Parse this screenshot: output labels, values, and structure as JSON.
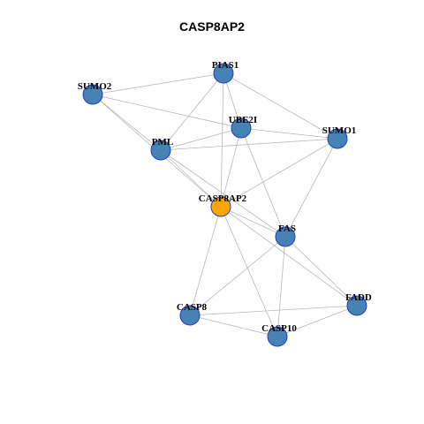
{
  "title": "CASP8AP2",
  "colors": {
    "node_fill": "#4682b4",
    "node_stroke": "#1f3fbf",
    "center_fill": "#ffa500",
    "edge": "#b8b8b8"
  },
  "nodes": [
    {
      "id": "PIAS1",
      "label": "PIAS1"
    },
    {
      "id": "SUMO2",
      "label": "SUMO2"
    },
    {
      "id": "UBE2I",
      "label": "UBE2I"
    },
    {
      "id": "SUMO1",
      "label": "SUMO1"
    },
    {
      "id": "PML",
      "label": "PML"
    },
    {
      "id": "CASP8AP2",
      "label": "CASP8AP2",
      "center": true
    },
    {
      "id": "FAS",
      "label": "FAS"
    },
    {
      "id": "FADD",
      "label": "FADD"
    },
    {
      "id": "CASP8",
      "label": "CASP8"
    },
    {
      "id": "CASP10",
      "label": "CASP10"
    }
  ],
  "edges": [
    [
      "PIAS1",
      "SUMO2"
    ],
    [
      "PIAS1",
      "PML"
    ],
    [
      "PIAS1",
      "UBE2I"
    ],
    [
      "PIAS1",
      "SUMO1"
    ],
    [
      "PIAS1",
      "CASP8AP2"
    ],
    [
      "SUMO2",
      "PML"
    ],
    [
      "SUMO2",
      "UBE2I"
    ],
    [
      "SUMO2",
      "CASP8AP2"
    ],
    [
      "UBE2I",
      "PML"
    ],
    [
      "UBE2I",
      "SUMO1"
    ],
    [
      "UBE2I",
      "CASP8AP2"
    ],
    [
      "UBE2I",
      "FAS"
    ],
    [
      "SUMO1",
      "PML"
    ],
    [
      "SUMO1",
      "CASP8AP2"
    ],
    [
      "PML",
      "CASP8AP2"
    ],
    [
      "PML",
      "FAS"
    ],
    [
      "CASP8AP2",
      "FAS"
    ],
    [
      "CASP8AP2",
      "FADD"
    ],
    [
      "CASP8AP2",
      "CASP8"
    ],
    [
      "CASP8AP2",
      "CASP10"
    ],
    [
      "SUMO1",
      "FAS"
    ],
    [
      "FAS",
      "FADD"
    ],
    [
      "FAS",
      "CASP8"
    ],
    [
      "FAS",
      "CASP10"
    ],
    [
      "FADD",
      "CASP8"
    ],
    [
      "FADD",
      "CASP10"
    ],
    [
      "CASP8",
      "CASP10"
    ]
  ]
}
